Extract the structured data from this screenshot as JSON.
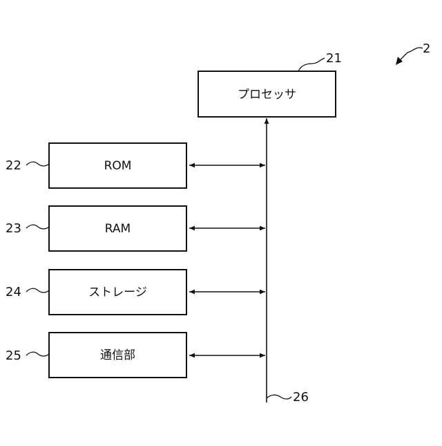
{
  "figure": {
    "ref": "2"
  },
  "processor": {
    "label": "プロセッサ",
    "ref": "21"
  },
  "bus": {
    "ref": "26"
  },
  "components": [
    {
      "label": "ROM",
      "ref": "22"
    },
    {
      "label": "RAM",
      "ref": "23"
    },
    {
      "label": "ストレージ",
      "ref": "24"
    },
    {
      "label": "通信部",
      "ref": "25"
    }
  ],
  "colors": {
    "line": "#111111",
    "background": "#ffffff"
  }
}
